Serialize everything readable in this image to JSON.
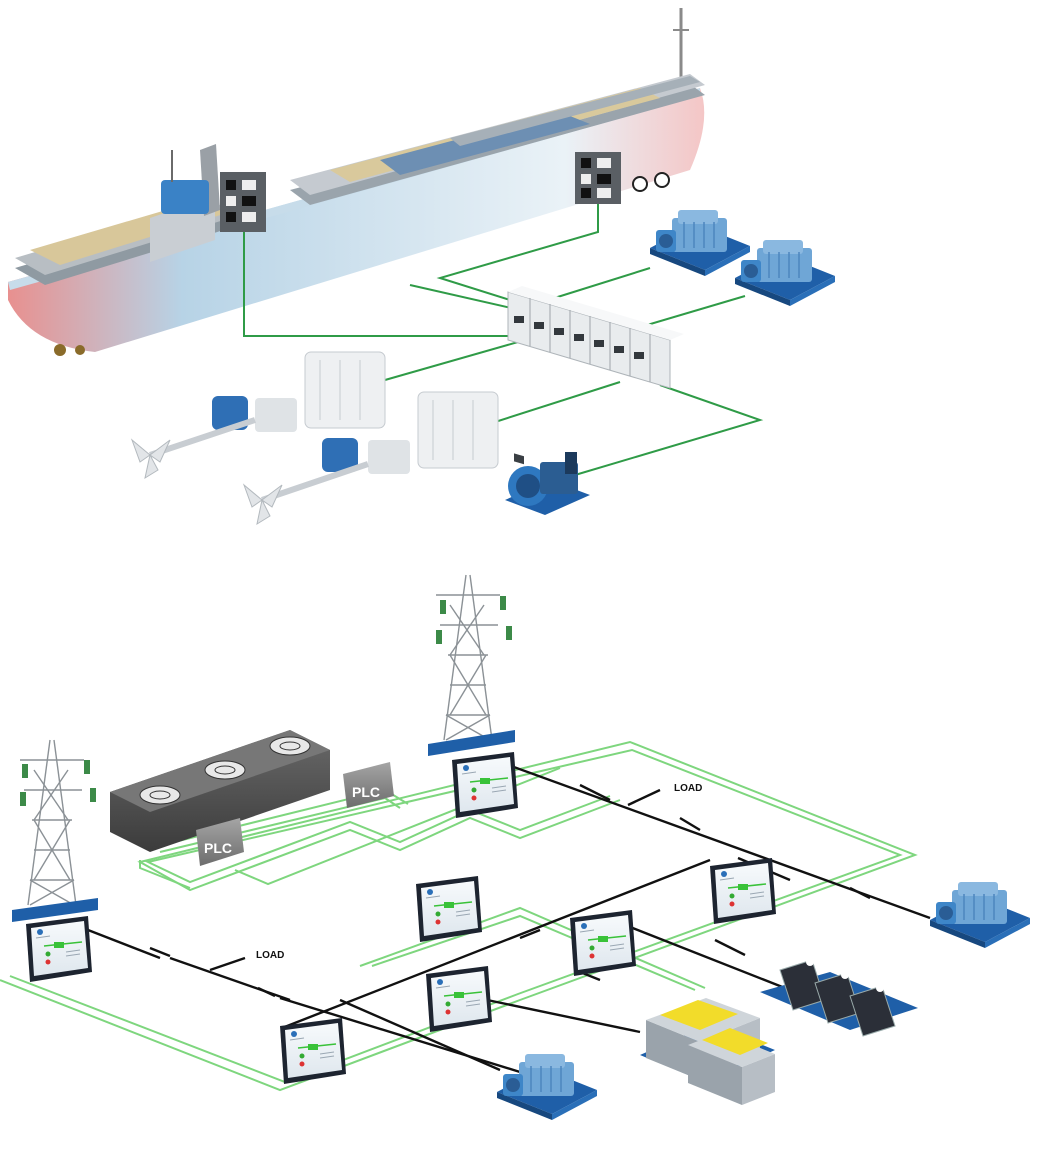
{
  "labels": {
    "load_left": "LOAD",
    "load_right": "LOAD",
    "plc_top": "PLC",
    "plc_bottom": "PLC"
  },
  "colors": {
    "hull_blue": "#a9c8dc",
    "hull_red": "#e05a5a",
    "control_green": "#2f9b47",
    "network_green": "#7ed67e",
    "power_black": "#111111",
    "equipment_blue": "#2f7fc0",
    "controller_frame": "#1d2430"
  },
  "icons": {
    "ship": "container-ship-icon",
    "genset": "generator-set-icon",
    "switchboard": "switchboard-icon",
    "tower": "power-tower-icon",
    "controller": "controller-display-icon",
    "battery": "battery-pack-icon",
    "solar": "solar-panel-icon",
    "plc": "plc-module-icon",
    "cooling": "cooling-unit-icon"
  }
}
